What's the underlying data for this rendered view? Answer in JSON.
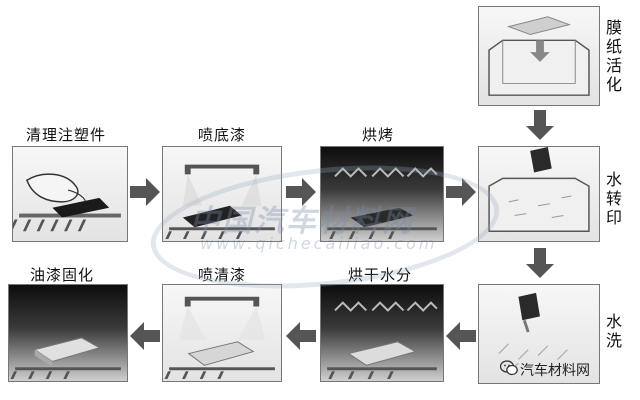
{
  "steps": {
    "clean": "清理注塑件",
    "spray_base": "喷底漆",
    "bake": "烘烤",
    "activate": "膜纸活化",
    "transfer": "水转印",
    "wash": "水洗",
    "dry": "烘干水分",
    "spray_clear": "喷清漆",
    "cure": "油漆固化"
  },
  "watermark": {
    "main": "中国汽车材料网",
    "sub": "www.qichecailiao.com"
  },
  "brand": {
    "label": "汽车材料网",
    "icon": "wechat-icon"
  },
  "colors": {
    "arrow": "#555555",
    "panel_border": "#777777",
    "watermark": "#8c9bb0"
  }
}
